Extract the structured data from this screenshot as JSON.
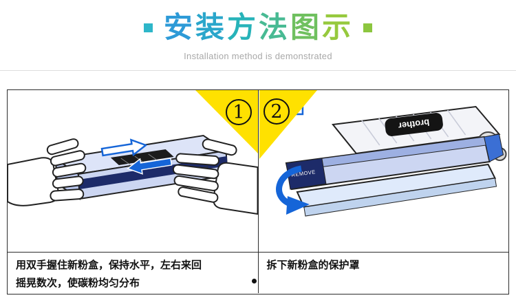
{
  "header": {
    "title_chars": [
      {
        "char": "安",
        "style": "color:#2D9AD7"
      },
      {
        "char": "装",
        "style": "color:#2AA6CB"
      },
      {
        "char": "方",
        "style": "color:#27B3B9"
      },
      {
        "char": "法",
        "style": "color:#48BA93"
      },
      {
        "char": "图",
        "style": "color:#6FC05F"
      },
      {
        "char": "示",
        "style": "color:#96C93D"
      }
    ],
    "subtitle": "Installation method is demonstrated",
    "accent_left_style": "background:#2EB6C9",
    "accent_right_style": "background:#8CC63F"
  },
  "steps": [
    {
      "number": "1",
      "caption_lines": [
        "用双手握住新粉盒，保持水平，左右来回",
        "摇晃数次，使碳粉均匀分布"
      ]
    },
    {
      "number": "2",
      "caption_lines": [
        "拆下新粉盒的保护罩"
      ]
    }
  ],
  "illustration": {
    "flag_style": "background:#FFE100",
    "arrow_color": "#1565D8",
    "cartridge_color": "#CCD6F2",
    "navy_color": "#1D2B69",
    "brand_label": "brother",
    "remove_label": "REMOVE"
  }
}
